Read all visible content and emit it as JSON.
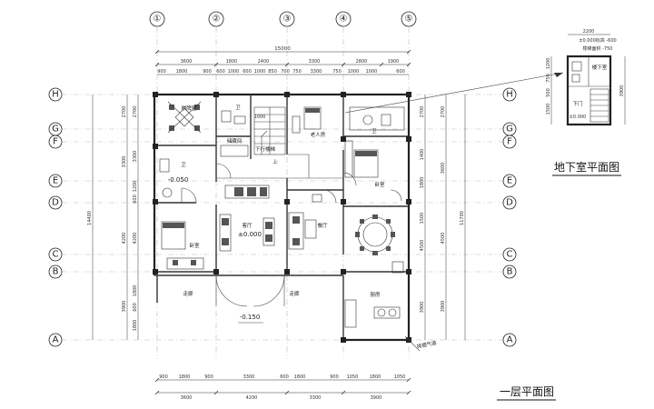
{
  "grid": {
    "columns": [
      "①",
      "②",
      "③",
      "④",
      "⑤"
    ],
    "rows": [
      "H",
      "G",
      "F",
      "E",
      "D",
      "C",
      "B",
      "A"
    ]
  },
  "dims_top": {
    "overall": "15000",
    "level1": [
      "3600",
      "1800",
      "2400",
      "3300",
      "2800",
      "1900"
    ],
    "level2": [
      "900",
      "1800",
      "900",
      "600",
      "1000",
      "600",
      "1000",
      "850",
      "700",
      "750",
      "3300",
      "750",
      "1000",
      "1000",
      "600"
    ]
  },
  "dims_bottom": {
    "level1": [
      "900",
      "1800",
      "900",
      "3300",
      "600",
      "1800",
      "900",
      "1050",
      "1800",
      "1050"
    ],
    "level2": [
      "3600",
      "4200",
      "3300",
      "3900"
    ]
  },
  "dims_left": {
    "overall": "14400",
    "level1": [
      "2700",
      "3300",
      "4200",
      "3900"
    ],
    "level2": [
      "2700",
      "3300",
      "1200",
      "600",
      "4200",
      "1800",
      "600",
      "1800"
    ]
  },
  "dims_right": {
    "overall": "11700",
    "level1": [
      "2700",
      "3600",
      "4500",
      "3900"
    ],
    "level2": [
      "2700",
      "1400",
      "1800",
      "1500",
      "4500",
      "3900"
    ]
  },
  "rooms": {
    "chess": "棋牌室",
    "wash": "卫",
    "storage": "储藏间",
    "elder": "老人房",
    "bath_right": "卫",
    "bedroom_left": "卧室",
    "bedroom_right": "卧室",
    "living": "客厅",
    "dining": "餐厅",
    "kitchen": "厨房",
    "corridor1": "走廊",
    "corridor2": "走廊",
    "up": "上",
    "lower_wash": "卫",
    "stair_label": "下行楼梯"
  },
  "elevations": {
    "main": "±0.000",
    "outside": "-0.150",
    "small": "-0.050",
    "basement": "±0.000"
  },
  "annotations": {
    "exhaust": "排烟气道",
    "dim_1000": "1000"
  },
  "basement": {
    "title": "地下室平面图",
    "top_dim": "2200",
    "top_notes": [
      "±0.000标高 -600",
      "楼梯面积 -750"
    ],
    "room": "楼下室",
    "left_dims": [
      "1200",
      "750",
      "500",
      "1500"
    ],
    "right_dim": "3900",
    "label": "下门"
  },
  "ground_title": "一层平面图"
}
